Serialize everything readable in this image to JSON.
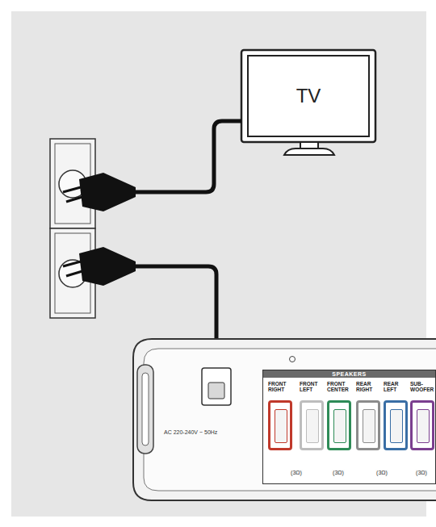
{
  "diagram": {
    "nodes": [
      {
        "text": [
          "TV"
        ]
      },
      {
        "text": [
          "SPEAKERS"
        ]
      },
      {
        "text": [
          "FRONT RIGHT"
        ],
        "in": 1
      },
      {
        "text": [
          "FRONT LEFT"
        ],
        "in": 1
      },
      {
        "text": [
          "FRONT CENTER"
        ],
        "in": 1
      },
      {
        "text": [
          "REAR RIGHT"
        ],
        "in": 1
      },
      {
        "text": [
          "REAR LEFT"
        ],
        "in": 1
      },
      {
        "text": [
          "SUB-WOOFER"
        ],
        "in": 1
      }
    ],
    "labels": [
      "AC 220-240V ~ 50Hz",
      "(3Ω)",
      "(3Ω)",
      "(3Ω)",
      "(3Ω)"
    ]
  }
}
